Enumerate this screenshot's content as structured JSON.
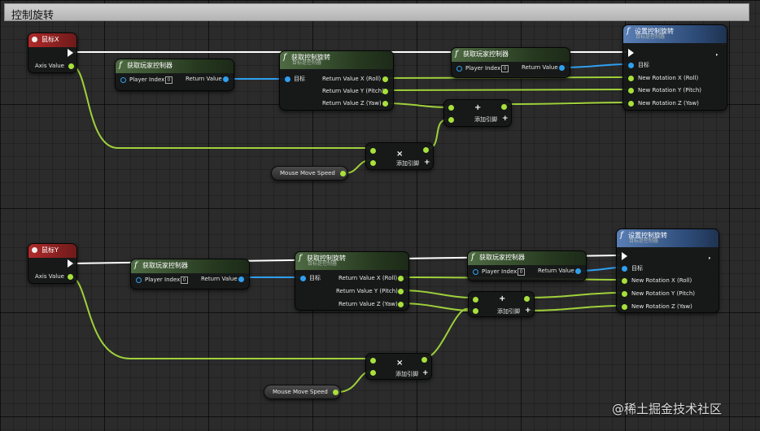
{
  "window": {
    "title": "控制旋转"
  },
  "events": [
    {
      "title": "鼠标X",
      "pin": "Axis Value"
    },
    {
      "title": "鼠标Y",
      "pin": "Axis Value"
    }
  ],
  "get_controller": {
    "title": "获取玩家控制器",
    "player_index_label": "Player Index",
    "player_index_value": "0",
    "return_label": "Return Value"
  },
  "get_rotation": {
    "title": "获取控制旋转",
    "subtitle": "目标是控制器",
    "target_label": "目标",
    "out_x": "Return Value X (Roll)",
    "out_y": "Return Value Y (Pitch)",
    "out_z": "Return Value Z (Yaw)"
  },
  "set_rotation": {
    "title": "设置控制旋转",
    "subtitle": "目标是控制器",
    "target_label": "目标",
    "in_x": "New Rotation X (Roll)",
    "in_y": "New Rotation Y (Pitch)",
    "in_z": "New Rotation Z (Yaw)"
  },
  "math": {
    "add_pin_label": "添加引脚",
    "add_symbol": "+",
    "mul_symbol": "×"
  },
  "variable": {
    "label": "Mouse Move Speed"
  },
  "watermark": "@稀土掘金技术社区",
  "colors": {
    "float_pin": "#a8e03c",
    "object_pin": "#2fa0f0",
    "exec_pin": "#ffffff",
    "event_header": "#b02a2a",
    "pure_header": "#4e6b43",
    "callable_header": "#2d4b78"
  }
}
